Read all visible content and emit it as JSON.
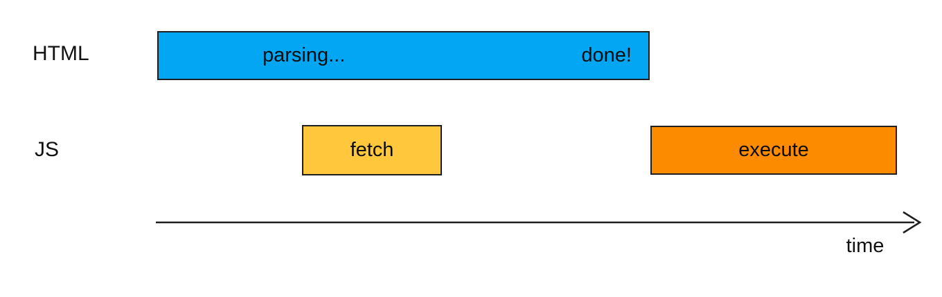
{
  "diagram": {
    "rows": {
      "html": {
        "label": "HTML"
      },
      "js": {
        "label": "JS"
      }
    },
    "bars": {
      "parsing": {
        "text_left": "parsing...",
        "text_right": "done!",
        "color": "#02a6f2"
      },
      "fetch": {
        "text": "fetch",
        "color": "#fec73c"
      },
      "execute": {
        "text": "execute",
        "color": "#fc8b00"
      }
    },
    "axis": {
      "label": "time"
    }
  },
  "colors": {
    "border": "#1e1e20",
    "text": "#111111",
    "background": "#ffffff"
  }
}
